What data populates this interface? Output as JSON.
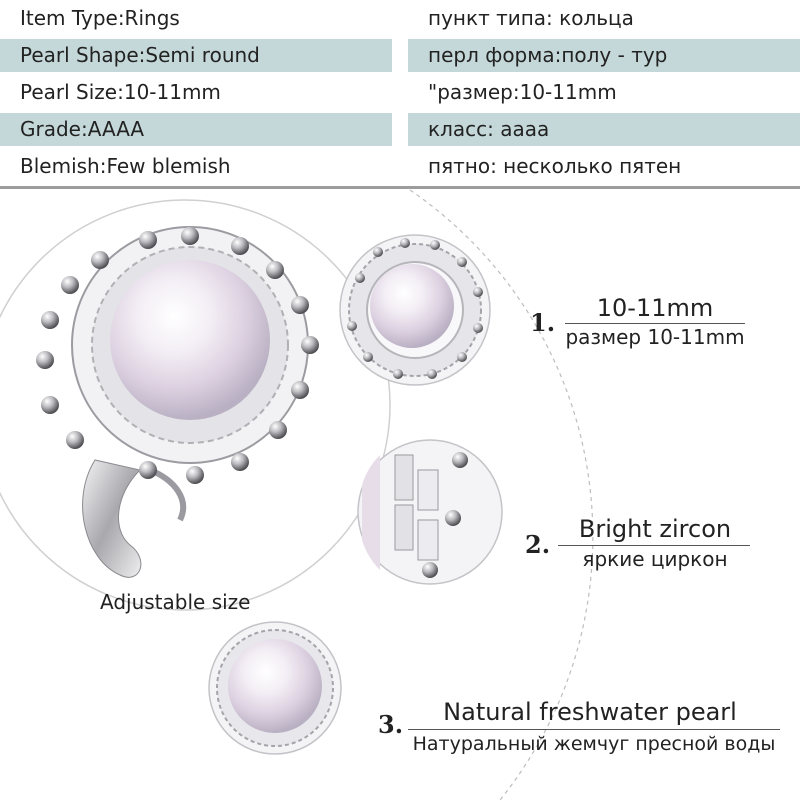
{
  "specs": {
    "rows": [
      {
        "en": "Item Type:Rings",
        "ru": "пункт типа: кольца"
      },
      {
        "en": "Pearl Shape:Semi round",
        "ru": "перл форма:полу - тур"
      },
      {
        "en": "Pearl Size:10-11mm",
        "ru": "\"размер:10-11mm"
      },
      {
        "en": "Grade:AAAA",
        "ru": "класс: аааа"
      },
      {
        "en": "Blemish:Few blemish",
        "ru": "пятно: несколько пятен"
      }
    ]
  },
  "ring_label": "Adjustable size",
  "features": [
    {
      "number": "1.",
      "en": "10-11mm",
      "ru": "размер 10-11mm"
    },
    {
      "number": "2.",
      "en": "Bright zircon",
      "ru": "яркие циркон"
    },
    {
      "number": "3.",
      "en": "Natural freshwater pearl",
      "ru": "Натуральный жемчуг пресной воды"
    }
  ],
  "colors": {
    "row_shade": "#c5d8d9",
    "pearl": "#eee6ef",
    "metal": "#c9c9cc"
  }
}
